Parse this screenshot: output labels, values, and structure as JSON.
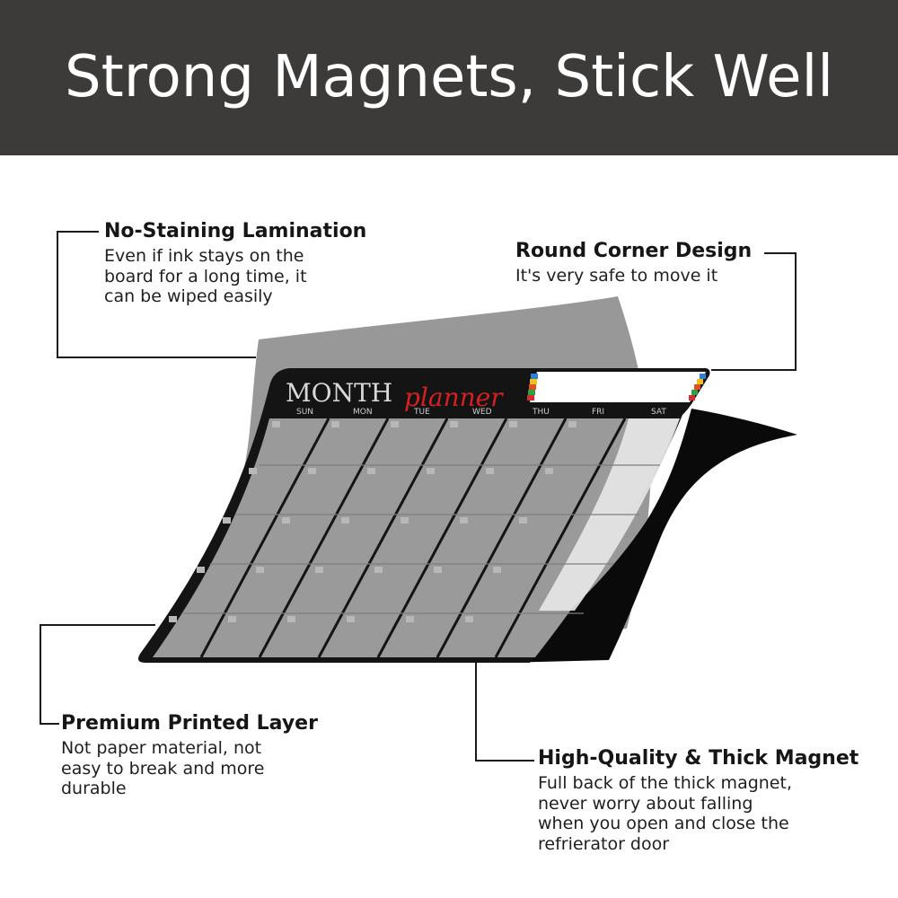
{
  "banner": {
    "title": "Strong Magnets, Stick Well",
    "background_color": "#3d3b3a",
    "text_color": "#ffffff"
  },
  "callouts": {
    "lamination": {
      "title": "No-Staining Lamination",
      "body_lines": [
        "Even if ink stays on the",
        "board for a long time, it",
        "can be wiped easily"
      ]
    },
    "round_corner": {
      "title": "Round Corner Design",
      "body_lines": [
        "It's very safe to move it"
      ]
    },
    "printed_layer": {
      "title": "Premium Printed Layer",
      "body_lines": [
        "Not paper material, not",
        "easy to break and more",
        "durable"
      ]
    },
    "magnet": {
      "title": "High-Quality & Thick Magnet",
      "body_lines": [
        "Full back of the thick magnet,",
        "never worry about falling",
        "when you open and close the",
        "refrierator door"
      ]
    }
  },
  "planner": {
    "title_word": "MONTH",
    "script_word": "planner",
    "days": [
      "SUN",
      "MON",
      "TUE",
      "WED",
      "THU",
      "FRI",
      "SAT"
    ],
    "frame_color": "#141414",
    "grid_color": "#9a9a9a",
    "sheet_color": "#909090",
    "magnet_color": "#0a0a0a",
    "script_colors": [
      "#d92020",
      "#e8a020",
      "#2f9a2f",
      "#2050c0",
      "#7a2aa0"
    ],
    "color_bar": [
      "#2f7fd0",
      "#f0c020",
      "#e05020",
      "#30a040",
      "#d03030"
    ]
  }
}
